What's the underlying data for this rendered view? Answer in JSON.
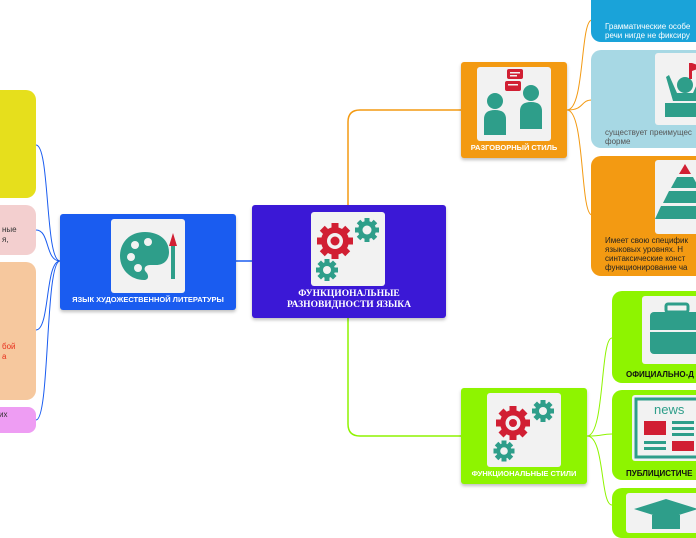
{
  "central": {
    "title_line1": "ФУНКЦИОНАЛЬНЫЕ",
    "title_line2": "РАЗНОВИДНОСТИ ЯЗЫКА",
    "color": "#3b18d6"
  },
  "colors": {
    "orange": "#f39a12",
    "green": "#8ef400",
    "blue": "#1a5cf0",
    "light_blue": "#a7d8e4",
    "teal_blue": "#1aa3d9",
    "yellow": "#e6df1c",
    "pink": "#f3cfcf",
    "peach": "#f6c89e",
    "lilac": "#ee9df3",
    "icon_teal": "#2e9e8a",
    "icon_red": "#d11f33"
  },
  "left": {
    "literature_label": "ЯЗЫК ХУДОЖЕСТВЕННОЙ ЛИТЕРАТУРЫ",
    "pink_fragment_1": "ные",
    "pink_fragment_2": "я,",
    "peach_fragment_1": "бой",
    "peach_fragment_2": "а",
    "lilac_fragment": "их"
  },
  "right": {
    "conversational_label": "РАЗГОВОРНЫЙ СТИЛЬ",
    "functional_label": "ФУНКЦИОНАЛЬНЫЕ СТИЛИ",
    "grammar_text_1": "Грамматические особе",
    "grammar_text_2": "речи нигде не фиксиру",
    "oral_text_1": "существует преимущес",
    "oral_text_2": "форме",
    "specific_text_1": "Имеет свою специфик",
    "specific_text_2": "языковых уровнях. Н",
    "specific_text_3": "синтаксические конст",
    "specific_text_4": "функционирование ча",
    "official_label": "ОФИЦИАЛЬНО-Д",
    "publicistic_label": "ПУБЛИЦИСТИЧЕ",
    "news_word": "news"
  }
}
